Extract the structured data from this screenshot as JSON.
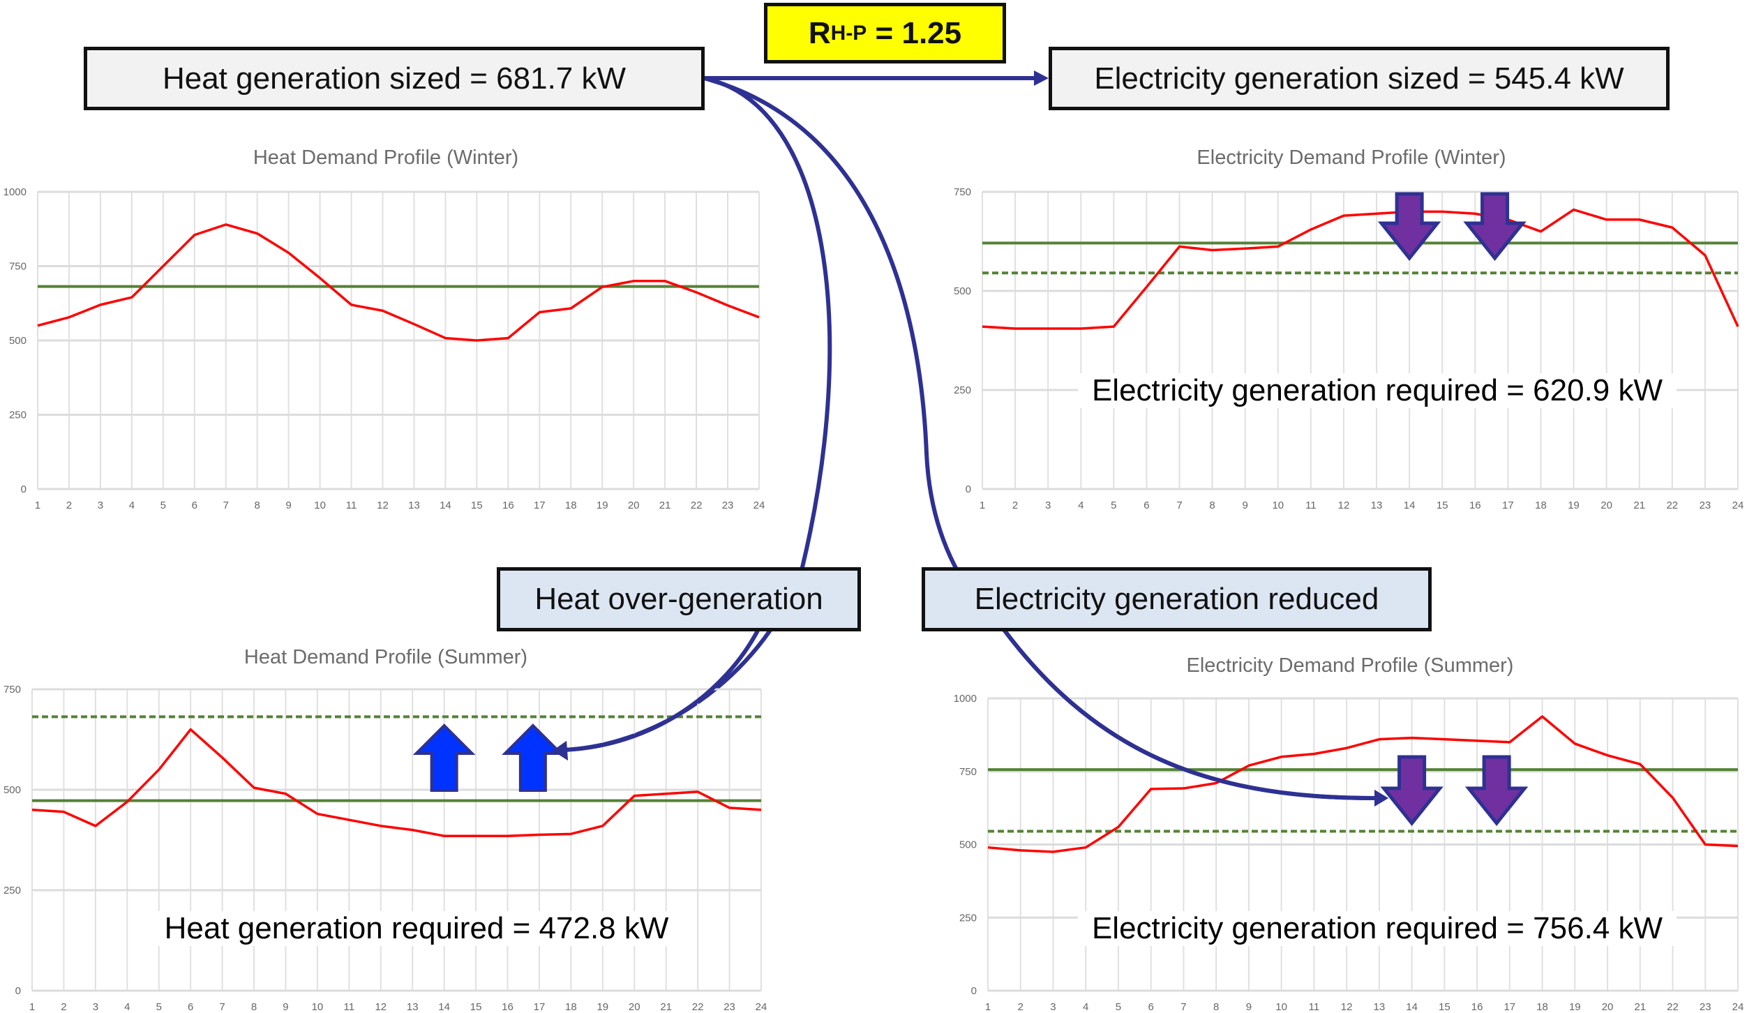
{
  "header": {
    "ratio_label_main": "R",
    "ratio_label_sub": "H-P",
    "ratio_label_value": " = 1.25",
    "heat_sized": "Heat generation sized = 681.7 kW",
    "electricity_sized": "Electricity generation sized = 545.4 kW",
    "heat_overgeneration": "Heat over-generation",
    "electricity_reduced": "Electricity generation reduced"
  },
  "colors": {
    "demand": "#ff0000",
    "generation": "#548235",
    "connector": "#2e3192",
    "up_arrow": "#0033ff",
    "down_arrow": "#7030a0",
    "highlight": "#ffff00"
  },
  "chart_data": [
    {
      "type": "line",
      "title": "Heat Demand Profile (Winter)",
      "categories": [
        1,
        2,
        3,
        4,
        5,
        6,
        7,
        8,
        9,
        10,
        11,
        12,
        13,
        14,
        15,
        16,
        17,
        18,
        19,
        20,
        21,
        22,
        23,
        24
      ],
      "ylim": [
        0,
        1000
      ],
      "yticks": [
        0,
        250,
        500,
        750,
        1000
      ],
      "series": [
        {
          "name": "Heat demand",
          "values": [
            550,
            578,
            620,
            645,
            750,
            855,
            890,
            860,
            795,
            710,
            620,
            600,
            555,
            508,
            500,
            508,
            595,
            608,
            680,
            700,
            700,
            662,
            618,
            578
          ]
        }
      ],
      "solid_line": 681.7,
      "dashed_line": null,
      "annotation": "",
      "arrows": {
        "direction": "",
        "hours": []
      }
    },
    {
      "type": "line",
      "title": "Electricity Demand Profile (Winter)",
      "categories": [
        1,
        2,
        3,
        4,
        5,
        6,
        7,
        8,
        9,
        10,
        11,
        12,
        13,
        14,
        15,
        16,
        17,
        18,
        19,
        20,
        21,
        22,
        23,
        24
      ],
      "ylim": [
        0,
        750
      ],
      "yticks": [
        0,
        250,
        500,
        750
      ],
      "series": [
        {
          "name": "Electricity demand",
          "values": [
            410,
            405,
            405,
            405,
            410,
            510,
            612,
            603,
            607,
            612,
            655,
            690,
            695,
            700,
            700,
            695,
            680,
            650,
            705,
            680,
            680,
            660,
            590,
            410
          ]
        }
      ],
      "solid_line": 620.9,
      "dashed_line": 545.4,
      "annotation": "Electricity generation required = 620.9 kW",
      "arrows": {
        "direction": "down",
        "hours": [
          14,
          16.6
        ]
      }
    },
    {
      "type": "line",
      "title": "Heat Demand Profile (Summer)",
      "categories": [
        1,
        2,
        3,
        4,
        5,
        6,
        7,
        8,
        9,
        10,
        11,
        12,
        13,
        14,
        15,
        16,
        17,
        18,
        19,
        20,
        21,
        22,
        23,
        24
      ],
      "ylim": [
        0,
        750
      ],
      "yticks": [
        0,
        250,
        500,
        750
      ],
      "series": [
        {
          "name": "Heat demand",
          "values": [
            450,
            445,
            410,
            470,
            550,
            650,
            580,
            505,
            490,
            440,
            425,
            410,
            400,
            385,
            385,
            385,
            388,
            390,
            410,
            485,
            490,
            495,
            455,
            450
          ]
        }
      ],
      "solid_line": 472.8,
      "dashed_line": 681.7,
      "annotation": "Heat generation required = 472.8 kW",
      "arrows": {
        "direction": "up",
        "hours": [
          14,
          16.8
        ]
      }
    },
    {
      "type": "line",
      "title": "Electricity Demand Profile (Summer)",
      "categories": [
        1,
        2,
        3,
        4,
        5,
        6,
        7,
        8,
        9,
        10,
        11,
        12,
        13,
        14,
        15,
        16,
        17,
        18,
        19,
        20,
        21,
        22,
        23,
        24
      ],
      "ylim": [
        0,
        1000
      ],
      "yticks": [
        0,
        250,
        500,
        750,
        1000
      ],
      "series": [
        {
          "name": "Electricity demand",
          "values": [
            490,
            480,
            475,
            490,
            560,
            690,
            692,
            710,
            770,
            800,
            810,
            830,
            860,
            865,
            860,
            855,
            850,
            938,
            845,
            805,
            775,
            660,
            500,
            495
          ]
        }
      ],
      "solid_line": 756.4,
      "dashed_line": 545.4,
      "annotation": "Electricity generation required = 756.4 kW",
      "arrows": {
        "direction": "down",
        "hours": [
          14,
          16.6
        ]
      }
    }
  ]
}
